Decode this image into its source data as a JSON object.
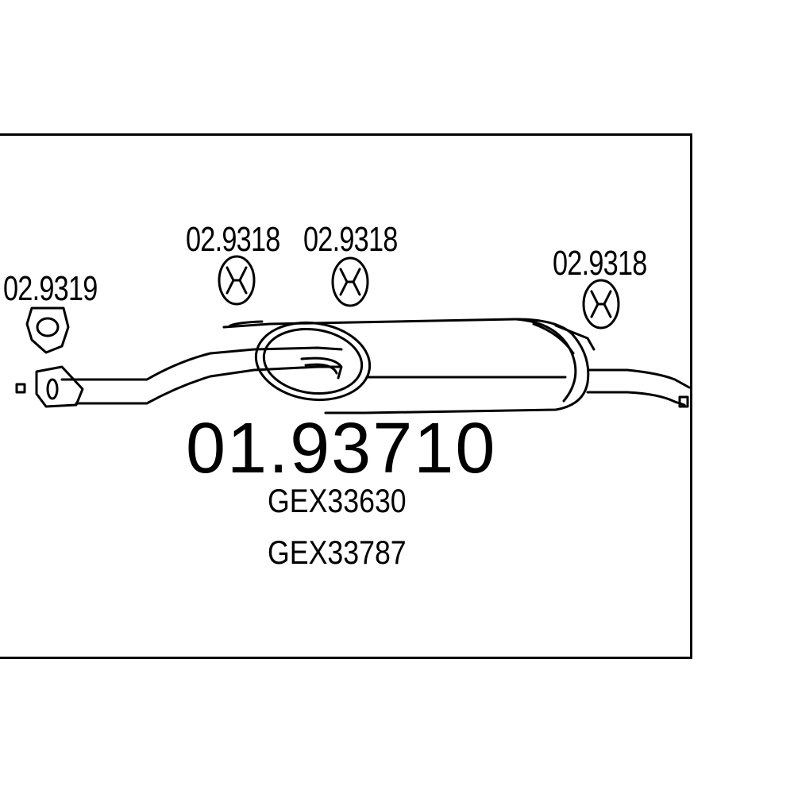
{
  "labels": {
    "clamp_front": "02.9319",
    "hanger_1": "02.9318",
    "hanger_2": "02.9318",
    "hanger_3": "02.9318"
  },
  "main_part_number": "01.93710",
  "reference_numbers": [
    "GEX33630",
    "GEX33787"
  ]
}
